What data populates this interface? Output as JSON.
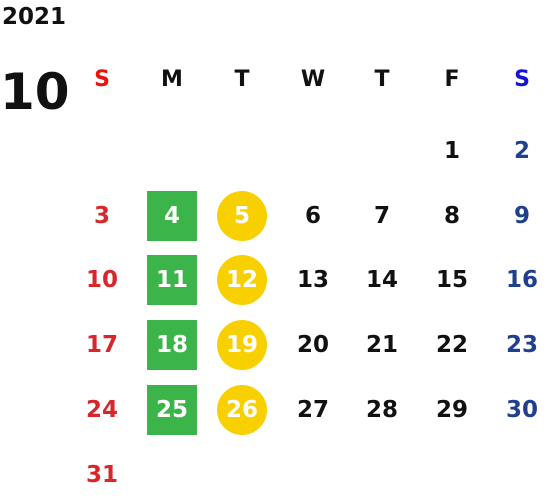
{
  "calendar": {
    "year": "2021",
    "month": "10",
    "weekdays": [
      {
        "label": "S",
        "color": "#e8150e"
      },
      {
        "label": "M",
        "color": "#111111"
      },
      {
        "label": "T",
        "color": "#111111"
      },
      {
        "label": "W",
        "color": "#111111"
      },
      {
        "label": "T",
        "color": "#111111"
      },
      {
        "label": "F",
        "color": "#111111"
      },
      {
        "label": "S",
        "color": "#1414d2"
      }
    ],
    "days": [
      {
        "label": "1",
        "col": 5,
        "row": 0
      },
      {
        "label": "2",
        "col": 6,
        "row": 0
      },
      {
        "label": "3",
        "col": 0,
        "row": 1
      },
      {
        "label": "4",
        "col": 1,
        "row": 1,
        "highlight": "green"
      },
      {
        "label": "5",
        "col": 2,
        "row": 1,
        "highlight": "yellow"
      },
      {
        "label": "6",
        "col": 3,
        "row": 1
      },
      {
        "label": "7",
        "col": 4,
        "row": 1
      },
      {
        "label": "8",
        "col": 5,
        "row": 1
      },
      {
        "label": "9",
        "col": 6,
        "row": 1
      },
      {
        "label": "10",
        "col": 0,
        "row": 2
      },
      {
        "label": "11",
        "col": 1,
        "row": 2,
        "highlight": "green"
      },
      {
        "label": "12",
        "col": 2,
        "row": 2,
        "highlight": "yellow"
      },
      {
        "label": "13",
        "col": 3,
        "row": 2
      },
      {
        "label": "14",
        "col": 4,
        "row": 2
      },
      {
        "label": "15",
        "col": 5,
        "row": 2
      },
      {
        "label": "16",
        "col": 6,
        "row": 2
      },
      {
        "label": "17",
        "col": 0,
        "row": 3
      },
      {
        "label": "18",
        "col": 1,
        "row": 3,
        "highlight": "green"
      },
      {
        "label": "19",
        "col": 2,
        "row": 3,
        "highlight": "yellow"
      },
      {
        "label": "20",
        "col": 3,
        "row": 3
      },
      {
        "label": "21",
        "col": 4,
        "row": 3
      },
      {
        "label": "22",
        "col": 5,
        "row": 3
      },
      {
        "label": "23",
        "col": 6,
        "row": 3
      },
      {
        "label": "24",
        "col": 0,
        "row": 4
      },
      {
        "label": "25",
        "col": 1,
        "row": 4,
        "highlight": "green"
      },
      {
        "label": "26",
        "col": 2,
        "row": 4,
        "highlight": "yellow"
      },
      {
        "label": "27",
        "col": 3,
        "row": 4
      },
      {
        "label": "28",
        "col": 4,
        "row": 4
      },
      {
        "label": "29",
        "col": 5,
        "row": 4
      },
      {
        "label": "30",
        "col": 6,
        "row": 4
      },
      {
        "label": "31",
        "col": 0,
        "row": 5
      }
    ]
  },
  "colors": {
    "sunday_date": "#d8262a",
    "saturday_date": "#1f3f8f",
    "weekday_date": "#111111",
    "green_highlight": "#3bb54a",
    "yellow_highlight": "#f8d000",
    "highlight_text": "#ffffff"
  }
}
